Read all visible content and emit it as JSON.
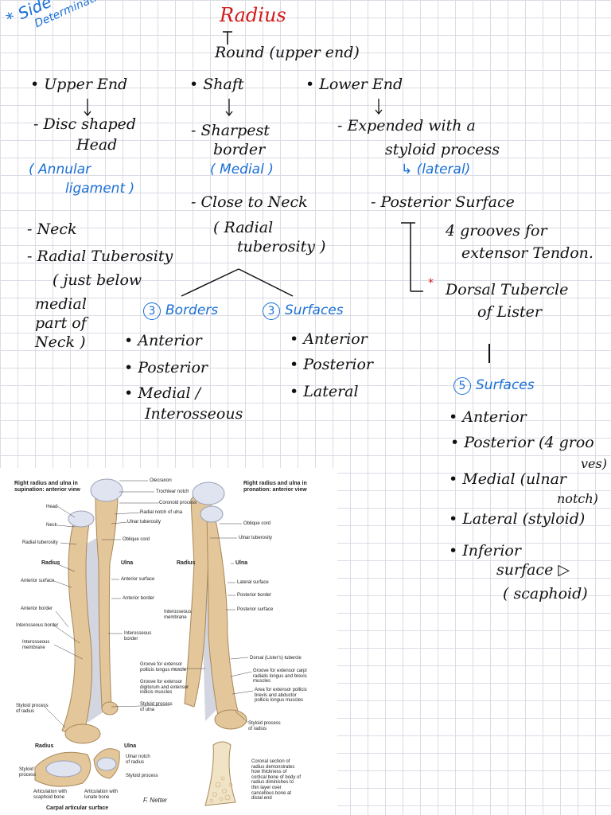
{
  "side_note": {
    "line1": "* Side",
    "line2": "Determination"
  },
  "title": "Radius",
  "subtitle": "Round (upper end)",
  "upper_end": {
    "heading": "• Upper End",
    "item1_a": "- Disc shaped",
    "item1_b": "Head",
    "ligament_a": "( Annular",
    "ligament_b": "ligament )",
    "neck": "- Neck",
    "tuberosity": "- Radial Tuberosity",
    "tub_note_a": "( just below",
    "tub_note_b": "medial",
    "tub_note_c": "part of",
    "tub_note_d": "Neck )"
  },
  "shaft": {
    "heading": "• Shaft",
    "border_a": "- Sharpest",
    "border_b": "border",
    "border_note": "( Medial )",
    "neck_a": "- Close to Neck",
    "neck_b": "( Radial",
    "neck_c": "tuberosity )",
    "borders_title": "Borders",
    "borders_count": "3",
    "borders": [
      "• Anterior",
      "• Posterior",
      "• Medial /",
      "Interosseous"
    ],
    "surfaces_title": "Surfaces",
    "surfaces_count": "3",
    "surfaces": [
      "• Anterior",
      "• Posterior",
      "• Lateral"
    ]
  },
  "lower_end": {
    "heading": "• Lower End",
    "item_a": "- Expended with a",
    "item_b": "styloid process",
    "item_note": "↳ (lateral)",
    "posterior": "- Posterior Surface",
    "grooves_a": "4 grooves for",
    "grooves_b": "extensor Tendon.",
    "tubercle_a": "Dorsal Tubercle",
    "tubercle_b": "of Lister",
    "surfaces_count": "5",
    "surfaces_title": "Surfaces",
    "surfaces": [
      "• Anterior",
      "• Posterior (4 groo",
      "ves)",
      "• Medial (ulnar",
      "notch)",
      "• Lateral (styloid)",
      "• Inferior",
      "surface ▷",
      "( scaphoid)"
    ]
  },
  "figure": {
    "title_left": "Right radius and ulna in supination: anterior view",
    "title_right": "Right radius and ulna in pronation: anterior view",
    "labels_left": [
      "Head",
      "Neck",
      "Radial tuberosity",
      "Radius",
      "Anterior surface",
      "Anterior border",
      "Interosseous border",
      "Interosseous membrane",
      "Styloid process of radius"
    ],
    "labels_mid": [
      "Olecranon",
      "Trochlear notch",
      "Coronoid process",
      "Radial notch of ulna",
      "Ulnar tuberosity",
      "Oblique cord",
      "Ulna",
      "Anterior surface",
      "Anterior border",
      "Interosseous border",
      "Interosseous membrane",
      "Groove for extensor pollicis longus muscle",
      "Groove for extensor digitorum and extensor indicis muscles",
      "Styloid process of ulna"
    ],
    "labels_right": [
      "Oblique cord",
      "Ulnar tuberosity",
      "Ulna",
      "Lateral surface",
      "Posterior border",
      "Posterior surface",
      "Dorsal (Lister's) tubercle",
      "Groove for extensor carpi radialis longus and brevis muscles",
      "Area for extensor pollicis brevis and abductor pollicis longus muscles",
      "Styloid process of radius"
    ],
    "labels_bottom": [
      "Radius",
      "Ulna",
      "Ulnar notch of radius",
      "Styloid process",
      "Styloid process",
      "Articulation with scaphoid bone",
      "Articulation with lunate bone",
      "Carpal articular surface"
    ],
    "section_note": "Coronal section of radius demonstrates how thickness of cortical bone of body of radius diminishes to thin layer over cancellous bone at distal end",
    "signature": "F. Netter",
    "bone_color": "#e3c79a",
    "membrane_color": "#c8ccd8"
  },
  "colors": {
    "ink": "#111111",
    "blue": "#1a6fd6",
    "red": "#d11a1a",
    "grid": "#dcdce6"
  }
}
